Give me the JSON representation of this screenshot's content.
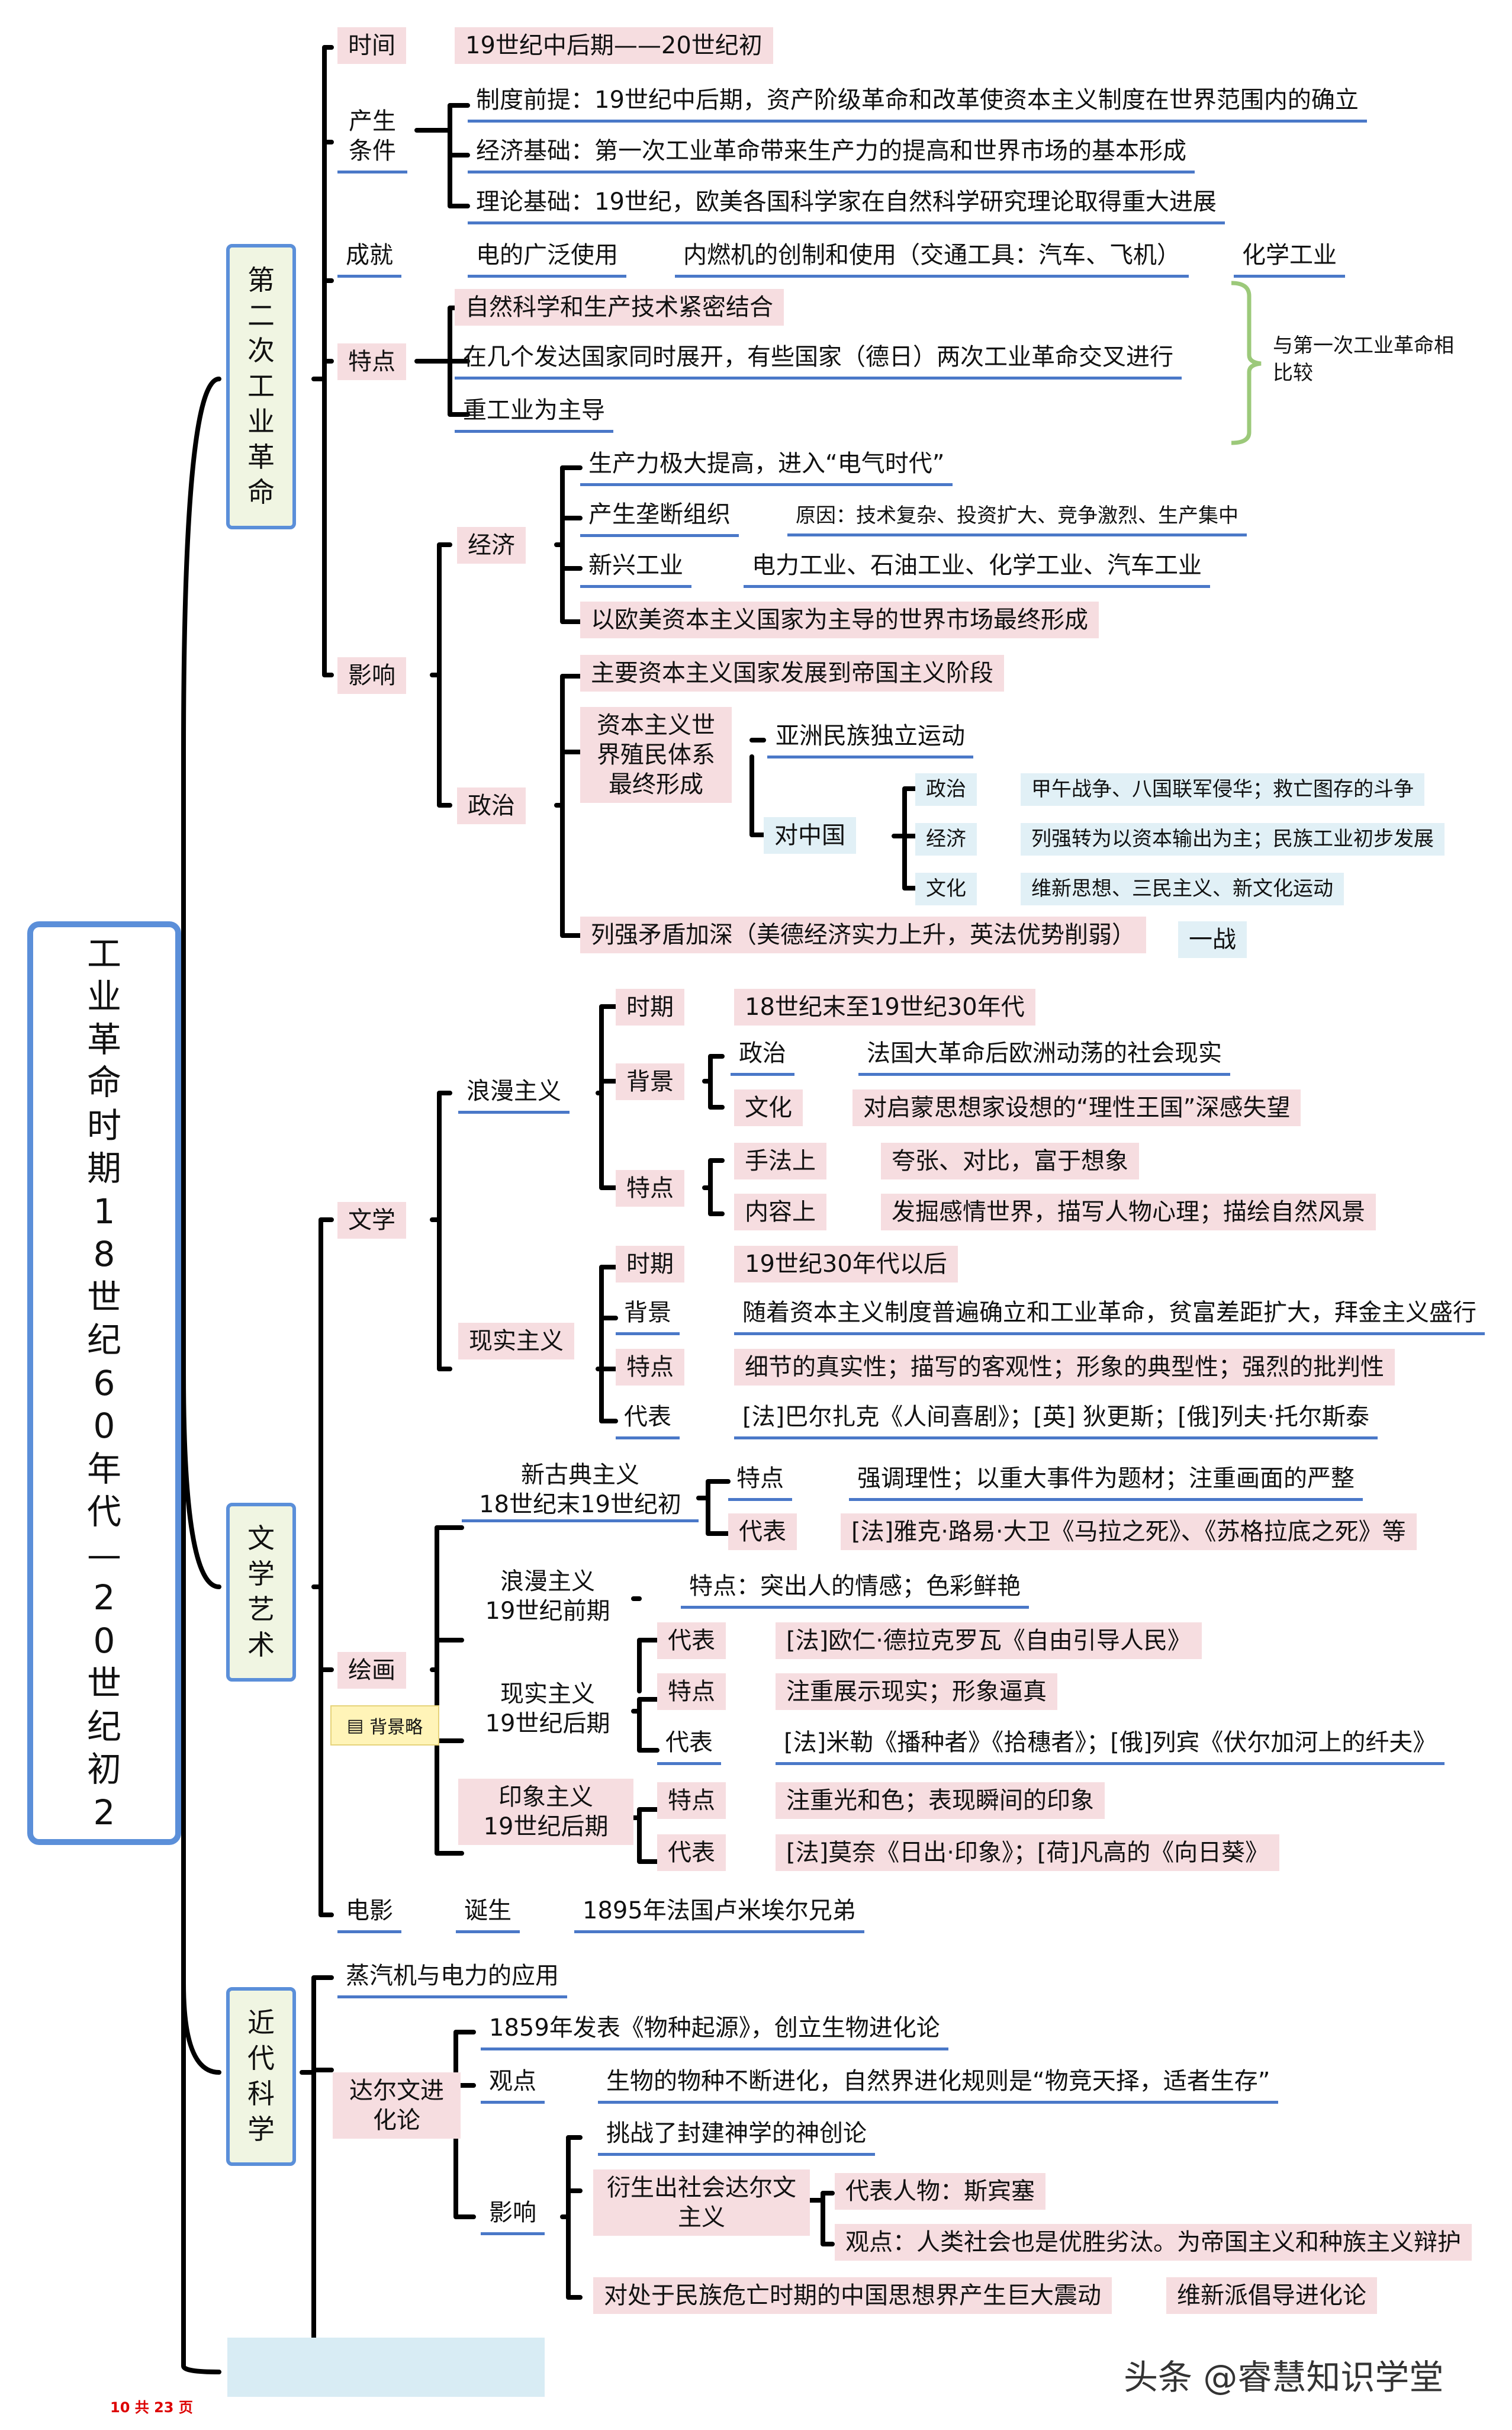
{
  "root": {
    "title": "工业革命时期 18世纪60年代—20世纪初 2"
  },
  "second_revolution": {
    "label": "第二次工业革命",
    "time": {
      "label": "时间",
      "value": "19世纪中后期——20世纪初"
    },
    "conditions": {
      "label": "产生条件",
      "items": [
        "制度前提：19世纪中后期，资产阶级革命和改革使资本主义制度在世界范围内的确立",
        "经济基础：第一次工业革命带来生产力的提高和世界市场的基本形成",
        "理论基础：19世纪，欧美各国科学家在自然科学研究理论取得重大进展"
      ]
    },
    "achievements": {
      "label": "成就",
      "items": [
        "电的广泛使用",
        "内燃机的创制和使用（交通工具：汽车、飞机）",
        "化学工业"
      ]
    },
    "features": {
      "label": "特点",
      "items": [
        "自然科学和生产技术紧密结合",
        "在几个发达国家同时展开，有些国家（德日）两次工业革命交叉进行",
        "重工业为主导"
      ],
      "note": "与第一次工业革命相比较"
    },
    "impact": {
      "label": "影响",
      "economy": {
        "label": "经济",
        "items": [
          "生产力极大提高，进入“电气时代”",
          "产生垄断组织",
          "新兴工业",
          "以欧美资本主义国家为主导的世界市场最终形成"
        ],
        "monopoly_reason": "原因：技术复杂、投资扩大、竞争激烈、生产集中",
        "new_industries": "电力工业、石油工业、化学工业、汽车工业"
      },
      "politics": {
        "label": "政治",
        "imperialism": "主要资本主义国家发展到帝国主义阶段",
        "colonial_system": "资本主义世界殖民体系最终形成",
        "asia": "亚洲民族独立运动",
        "china": {
          "label": "对中国",
          "rows": [
            {
              "k": "政治",
              "v": "甲午战争、八国联军侵华；救亡图存的斗争"
            },
            {
              "k": "经济",
              "v": "列强转为以资本输出为主；民族工业初步发展"
            },
            {
              "k": "文化",
              "v": "维新思想、三民主义、新文化运动"
            }
          ]
        },
        "rivalry": "列强矛盾加深（美德经济实力上升，英法优势削弱）",
        "ww1": "一战"
      }
    }
  },
  "literature_art": {
    "label": "文学艺术",
    "literature": {
      "label": "文学",
      "romanticism": {
        "label": "浪漫主义",
        "period_label": "时期",
        "period": "18世纪末至19世纪30年代",
        "background_label": "背景",
        "bg_politics_label": "政治",
        "bg_politics": "法国大革命后欧洲动荡的社会现实",
        "bg_culture_label": "文化",
        "bg_culture": "对启蒙思想家设想的“理性王国”深感失望",
        "features_label": "特点",
        "method_label": "手法上",
        "method": "夸张、对比，富于想象",
        "content_label": "内容上",
        "content": "发掘感情世界，描写人物心理；描绘自然风景"
      },
      "realism": {
        "label": "现实主义",
        "period_label": "时期",
        "period": "19世纪30年代以后",
        "background_label": "背景",
        "background": "随着资本主义制度普遍确立和工业革命，贫富差距扩大，拜金主义盛行",
        "features_label": "特点",
        "features": "细节的真实性；描写的客观性；形象的典型性；强烈的批判性",
        "reps_label": "代表",
        "reps": "[法]巴尔扎克《人间喜剧》；[英] 狄更斯；[俄]列夫·托尔斯泰"
      }
    },
    "painting": {
      "label": "绘画",
      "comment": "背景略",
      "neoclassicism": {
        "label": "新古典主义",
        "period": "18世纪末19世纪初",
        "feat_label": "特点",
        "feat": "强调理性；以重大事件为题材；注重画面的严整",
        "rep_label": "代表",
        "rep": "[法]雅克·路易·大卫《马拉之死》、《苏格拉底之死》等"
      },
      "romanticism": {
        "label": "浪漫主义",
        "period": "19世纪前期",
        "feat": "特点：突出人的情感；色彩鲜艳",
        "rep_label": "代表",
        "rep": "[法]欧仁·德拉克罗瓦《自由引导人民》"
      },
      "realism": {
        "label": "现实主义",
        "period": "19世纪后期",
        "feat_label": "特点",
        "feat": "注重展示现实；形象逼真",
        "rep_label": "代表",
        "rep": "[法]米勒《播种者》《拾穗者》；[俄]列宾《伏尔加河上的纤夫》"
      },
      "impressionism": {
        "label": "印象主义",
        "period": "19世纪后期",
        "feat_label": "特点",
        "feat": "注重光和色；表现瞬间的印象",
        "rep_label": "代表",
        "rep": "[法]莫奈《日出·印象》；[荷]凡高的《向日葵》"
      }
    },
    "film": {
      "label": "电影",
      "birth_label": "诞生",
      "birth": "1895年法国卢米埃尔兄弟"
    }
  },
  "modern_science": {
    "label": "近代科学",
    "steam": "蒸汽机与电力的应用",
    "darwin": {
      "label": "达尔文进化论",
      "origin": "1859年发表《物种起源》，创立生物进化论",
      "view_label": "观点",
      "view": "生物的物种不断进化，自然界进化规则是“物竞天择，适者生存”",
      "impact_label": "影响",
      "challenge": "挑战了封建神学的神创论",
      "social_darwinism": "衍生出社会达尔文主义",
      "rep": "代表人物：斯宾塞",
      "sd_view": "观点：人类社会也是优胜劣汰。为帝国主义和种族主义辩护",
      "china_impact": "对处于民族危亡时期的中国思想界产生巨大震动",
      "reform": "维新派倡导进化论"
    }
  },
  "footer": {
    "watermark": "头条 @睿慧知识学堂",
    "page": "10 共 23 页"
  }
}
